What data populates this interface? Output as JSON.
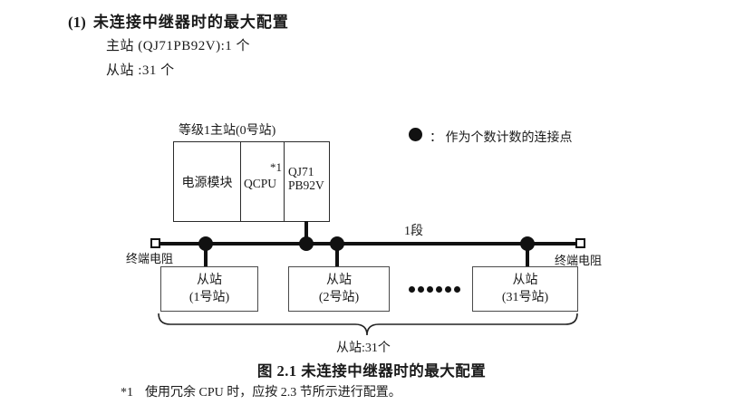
{
  "header": {
    "number": "(1)",
    "title": "未连接中继器时的最大配置",
    "master_line": "主站 (QJ71PB92V):1 个",
    "slave_line": "从站 :31 个"
  },
  "legend": {
    "text": "：  作为个数计数的连接点"
  },
  "diagram": {
    "master_station_label": "等级1主站(0号站)",
    "master_cells": {
      "power": "电源模块",
      "cpu": "QCPU",
      "cpu_note": "*1",
      "pb_line1": "QJ71",
      "pb_line2": "PB92V"
    },
    "segment_label": "1段",
    "terminator_left": "终端电阻",
    "terminator_right": "终端电阻",
    "slaves": [
      {
        "name": "从站",
        "station": "(1号站)"
      },
      {
        "name": "从站",
        "station": "(2号站)"
      },
      {
        "name": "从站",
        "station": "(31号站)"
      }
    ],
    "brace_label": "从站:31个"
  },
  "caption": "图 2.1 未连接中继器时的最大配置",
  "footnote": {
    "marker": "*1",
    "text": "使用冗余 CPU 时，应按 2.3 节所示进行配置。"
  }
}
